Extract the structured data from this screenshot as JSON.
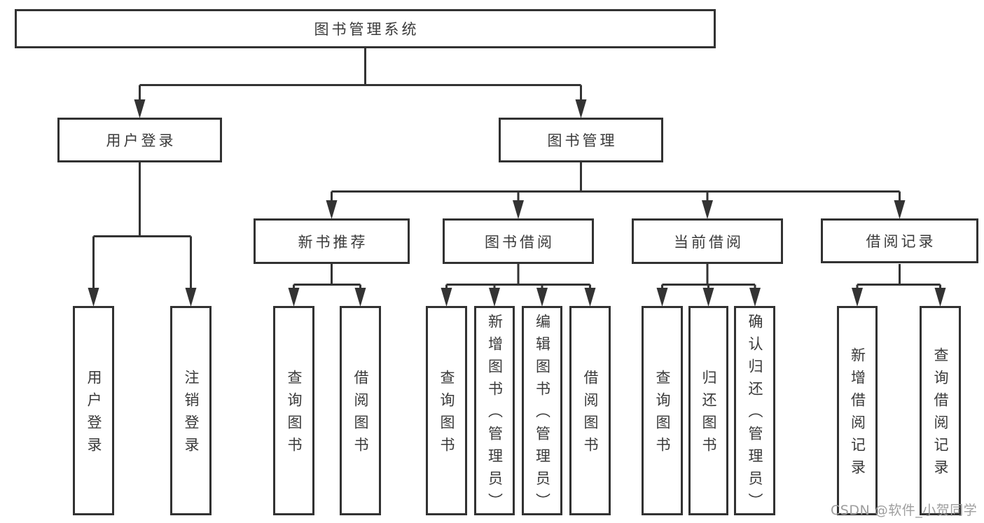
{
  "diagram": {
    "root": {
      "label": "图书管理系统"
    },
    "user_branch": {
      "label": "用户登录",
      "children": [
        {
          "label": "用户登录"
        },
        {
          "label": "注销登录"
        }
      ]
    },
    "book_branch": {
      "label": "图书管理",
      "groups": [
        {
          "label": "新书推荐",
          "children": [
            {
              "label": "查询图书"
            },
            {
              "label": "借阅图书"
            }
          ]
        },
        {
          "label": "图书借阅",
          "children": [
            {
              "label": "查询图书"
            },
            {
              "label": "新增图书（管理员）"
            },
            {
              "label": "编辑图书（管理员）"
            },
            {
              "label": "借阅图书"
            }
          ]
        },
        {
          "label": "当前借阅",
          "children": [
            {
              "label": "查询图书"
            },
            {
              "label": "归还图书"
            },
            {
              "label": "确认归还（管理员）"
            }
          ]
        },
        {
          "label": "借阅记录",
          "children": [
            {
              "label": "新增借阅记录"
            },
            {
              "label": "查询借阅记录"
            }
          ]
        }
      ]
    },
    "colors": {
      "line": "#333333",
      "text": "#3a3a3a",
      "watermark": "#9e9e9e",
      "background": "#ffffff"
    }
  },
  "watermark": {
    "text": "CSDN @软件_小贺同学"
  }
}
